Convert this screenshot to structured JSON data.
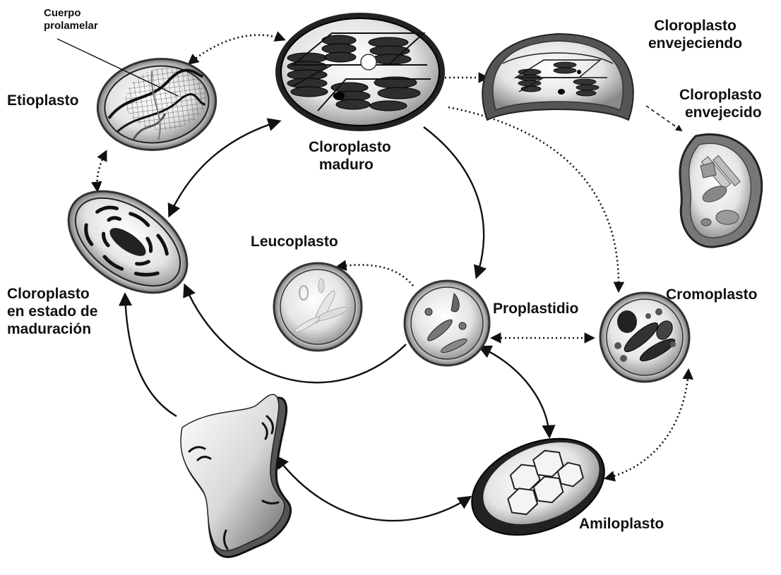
{
  "labels": {
    "cuerpo_prolamelar": [
      "Cuerpo",
      "prolamelar"
    ],
    "etioplasto": "Etioplasto",
    "cloroplasto_maduro": [
      "Cloroplasto",
      "maduro"
    ],
    "cloroplasto_envejeciendo": [
      "Cloroplasto",
      "envejeciendo"
    ],
    "cloroplasto_envejecido": [
      "Cloroplasto",
      "envejecido"
    ],
    "leucoplasto": "Leucoplasto",
    "proplastidio": "Proplastidio",
    "cromoplasto": "Cromoplasto",
    "cloroplasto_maduracion": [
      "Cloroplasto",
      "en estado de",
      "maduración"
    ],
    "amiloplasto": "Amiloplasto"
  },
  "colors": {
    "ink": "#111111",
    "rim": "#444444",
    "fill_light": "#f2f2f2",
    "fill_dark": "#7a7a7a"
  }
}
